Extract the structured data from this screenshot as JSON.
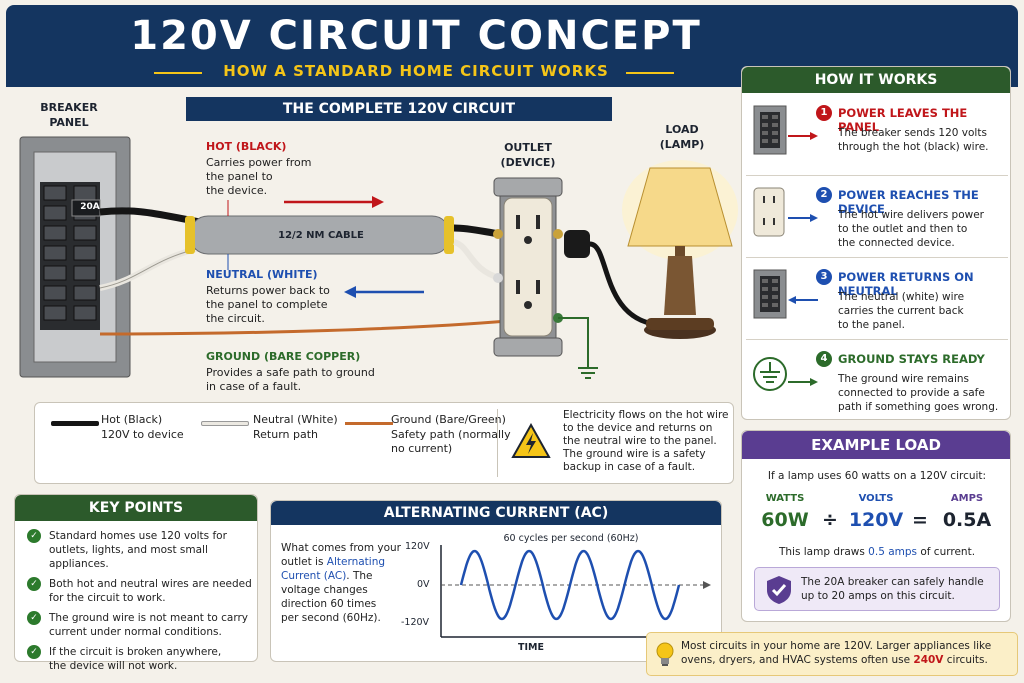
{
  "header": {
    "title": "120V CIRCUIT CONCEPT",
    "subtitle": "HOW A STANDARD HOME CIRCUIT WORKS"
  },
  "circuit": {
    "section_title": "THE COMPLETE 120V CIRCUIT",
    "breaker_panel_label": "BREAKER\nPANEL",
    "breaker_rating": "20A",
    "cable_label": "12/2 NM CABLE",
    "outlet_label": "OUTLET\n(DEVICE)",
    "load_label": "LOAD\n(LAMP)",
    "hot_title": "HOT (BLACK)",
    "hot_desc": "Carries power from\nthe panel to\nthe device.",
    "neutral_title": "NEUTRAL (WHITE)",
    "neutral_desc": "Returns power back to\nthe panel to complete\nthe circuit.",
    "ground_title": "GROUND (BARE COPPER)",
    "ground_desc": "Provides a safe path to ground\nin case of a fault."
  },
  "legend": {
    "hot_name": "Hot (Black)",
    "hot_role": "120V to device",
    "neutral_name": "Neutral (White)",
    "neutral_role": "Return path",
    "ground_name": "Ground (Bare/Green)",
    "ground_role": "Safety path (normally\nno current)",
    "note": "Electricity flows on the hot wire\nto the device and returns on\nthe neutral wire to the panel.\nThe ground wire is a safety\nbackup in case of a fault."
  },
  "how_it_works": {
    "title": "HOW IT WORKS",
    "steps": [
      {
        "num": "1",
        "title": "POWER LEAVES THE PANEL",
        "body": "The breaker sends 120 volts\nthrough the hot (black) wire.",
        "color": "#c0161a",
        "icon": "breaker-panel-icon"
      },
      {
        "num": "2",
        "title": "POWER REACHES THE DEVICE",
        "body": "The hot wire delivers power\nto the outlet and then to\nthe connected device.",
        "color": "#1e4fb0",
        "icon": "outlet-icon"
      },
      {
        "num": "3",
        "title": "POWER RETURNS ON NEUTRAL",
        "body": "The neutral (white) wire\ncarries the current back\nto the panel.",
        "color": "#1e4fb0",
        "icon": "breaker-panel-icon"
      },
      {
        "num": "4",
        "title": "GROUND STAYS READY",
        "body": "The ground wire remains\nconnected to provide a safe\npath if something goes wrong.",
        "color": "#2c6b2a",
        "icon": "ground-symbol-icon"
      }
    ]
  },
  "key_points": {
    "title": "KEY POINTS",
    "items": [
      "Standard homes use 120 volts for\noutlets, lights, and most small appliances.",
      "Both hot and neutral wires are needed\nfor the circuit to work.",
      "The ground wire is not meant to carry\ncurrent under normal conditions.",
      "If the circuit is broken anywhere,\nthe device will not work."
    ]
  },
  "ac": {
    "title": "ALTERNATING CURRENT (AC)",
    "text_before": "What comes from your\noutlet is ",
    "text_link": "Alternating\nCurrent (AC)",
    "text_after": ". The\nvoltage changes\ndirection 60 times\nper second (60Hz).",
    "graph_caption": "60 cycles per second (60Hz)",
    "y_top": "120V",
    "y_mid": "0V",
    "y_bottom": "-120V",
    "x_label": "TIME"
  },
  "example_load": {
    "title": "EXAMPLE LOAD",
    "intro": "If a lamp uses 60 watts on a 120V circuit:",
    "watts_label": "WATTS",
    "watts_value": "60W",
    "div_sign": "÷",
    "volts_label": "VOLTS",
    "volts_value": "120V",
    "eq_sign": "=",
    "amps_label": "AMPS",
    "amps_value": "0.5A",
    "draw_before": "This lamp draws ",
    "draw_value": "0.5 amps",
    "draw_after": " of current.",
    "breaker_note": "The 20A breaker can safely handle\nup to 20 amps on this circuit."
  },
  "footer_note": {
    "before": "Most circuits in your home are 120V. Larger appliances like\novens, dryers, and HVAC systems often use ",
    "highlight": "240V",
    "after": " circuits."
  },
  "colors": {
    "navy": "#143560",
    "yellow": "#f5c518",
    "red": "#c0161a",
    "blue": "#1e4fb0",
    "green": "#2c6b2a",
    "purple": "#5a3d91",
    "copper": "#c46a2c"
  },
  "ac_wave": {
    "cycles": 4,
    "amplitude": 120
  }
}
